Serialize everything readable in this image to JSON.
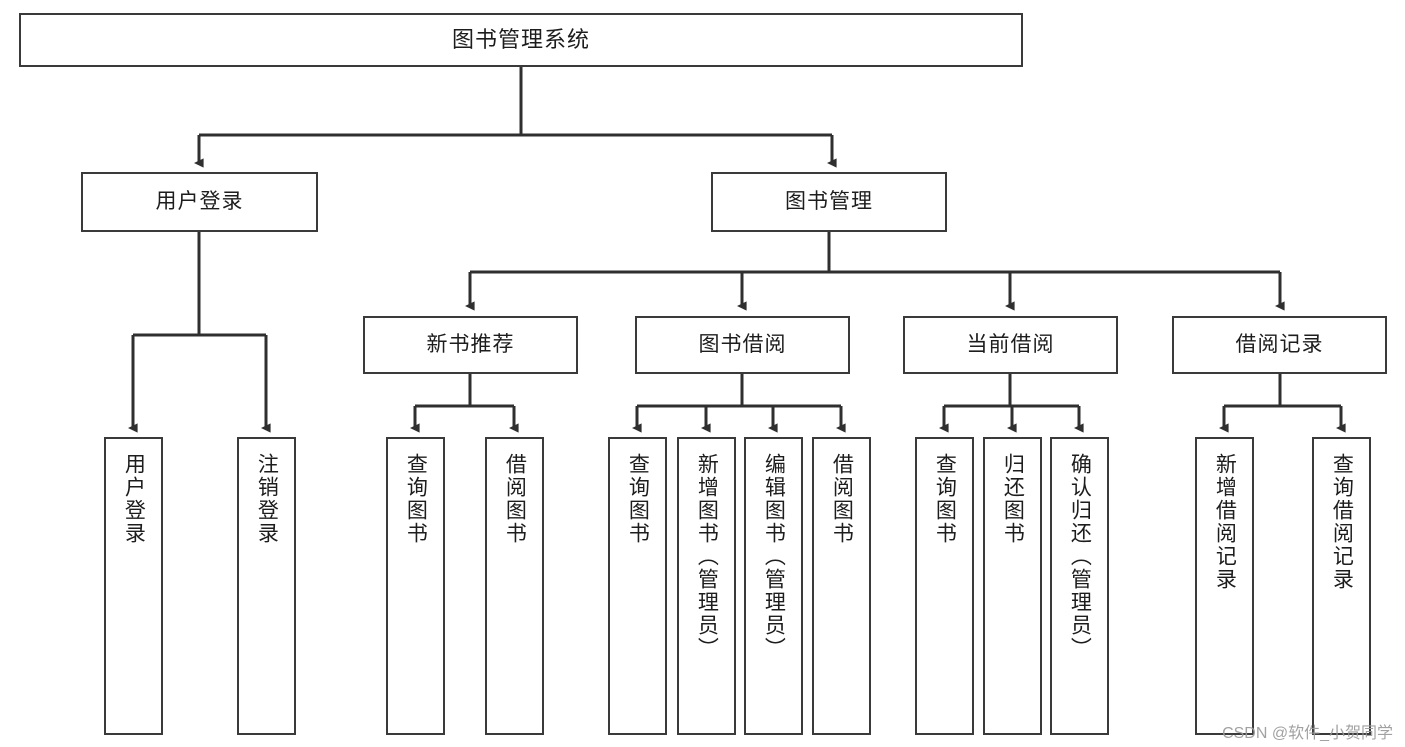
{
  "diagram": {
    "title": "图书管理系统",
    "type": "tree",
    "theme": {
      "background": "#ffffff",
      "box_border": "#3a3a3a",
      "box_fill": "#ffffff",
      "connector": "#2f2f2f",
      "text": "#1d1d1d",
      "watermark": "#9a9a9a"
    },
    "root": {
      "label": "图书管理系统"
    },
    "level2": [
      {
        "label": "用户登录"
      },
      {
        "label": "图书管理"
      }
    ],
    "level3": [
      {
        "label": "新书推荐"
      },
      {
        "label": "图书借阅"
      },
      {
        "label": "当前借阅"
      },
      {
        "label": "借阅记录"
      }
    ],
    "leaves": {
      "user_login": [
        {
          "label": "用户登录"
        },
        {
          "label": "注销登录"
        }
      ],
      "new_book": [
        {
          "label": "查询图书"
        },
        {
          "label": "借阅图书"
        }
      ],
      "book_borrow": [
        {
          "label": "查询图书"
        },
        {
          "label": "新增图书（管理员）"
        },
        {
          "label": "编辑图书（管理员）"
        },
        {
          "label": "借阅图书"
        }
      ],
      "current_borrow": [
        {
          "label": "查询图书"
        },
        {
          "label": "归还图书"
        },
        {
          "label": "确认归还（管理员）"
        }
      ],
      "borrow_record": [
        {
          "label": "新增借阅记录"
        },
        {
          "label": "查询借阅记录"
        }
      ]
    }
  },
  "watermark": {
    "text": "CSDN @软件_小贺同学"
  }
}
